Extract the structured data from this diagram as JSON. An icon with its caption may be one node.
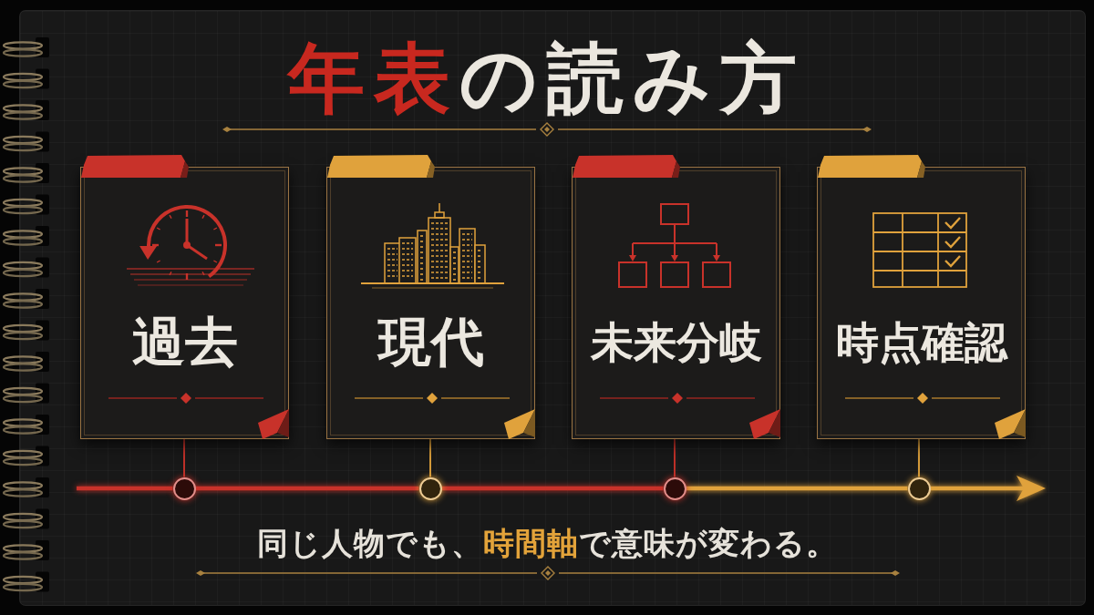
{
  "diagram": {
    "title": "**年表**の読み方",
    "caption": "同じ人物でも、**時間軸**で意味が変わる。",
    "nodes": [
      {
        "text": [
          "過去"
        ]
      },
      {
        "text": [
          "現代"
        ]
      },
      {
        "text": [
          "未来分岐"
        ]
      },
      {
        "text": [
          "時点確認"
        ]
      },
      {
        "text": [],
        "shape": "circle"
      },
      {
        "text": [],
        "shape": "circle"
      },
      {
        "text": [],
        "shape": "circle"
      },
      {
        "text": [],
        "shape": "circle"
      }
    ],
    "edges": [
      {
        "from": 0,
        "to": 4,
        "arrow": "none"
      },
      {
        "from": 1,
        "to": 5,
        "arrow": "none",
        "color": "#e0a23c"
      },
      {
        "from": 2,
        "to": 6,
        "arrow": "none"
      },
      {
        "from": 3,
        "to": 7,
        "arrow": "none",
        "color": "#e0a23c"
      },
      {
        "from": null,
        "to": 4,
        "arrow": "none"
      },
      {
        "from": 4,
        "to": 5,
        "arrow": "none"
      },
      {
        "from": 5,
        "to": 6,
        "arrow": "none"
      },
      {
        "from": 6,
        "to": 7,
        "arrow": "none",
        "color": "#e0a23c"
      },
      {
        "from": 7,
        "to": null,
        "arrow": "to",
        "color": "#e0a23c"
      }
    ]
  }
}
